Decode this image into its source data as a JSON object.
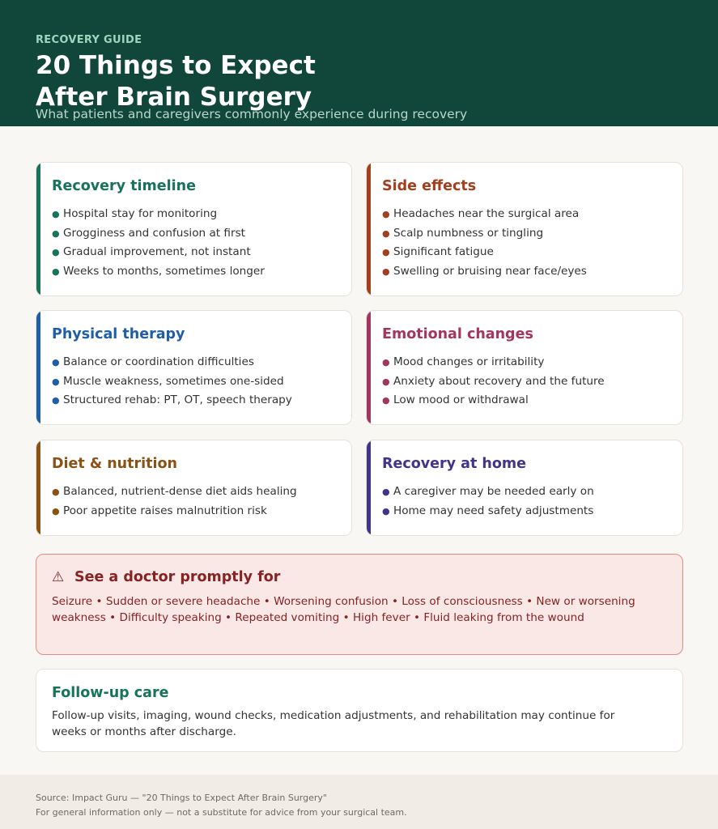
{
  "header": {
    "eyebrow": "RECOVERY GUIDE",
    "title": "20 Things to Expect\nAfter Brain Surgery",
    "subtitle": "What patients and caregivers commonly experience during recovery"
  },
  "colors": {
    "header_bg": "#11463a",
    "timeline": "#17735a",
    "side_effects": "#a33f1f",
    "physical": "#1f5fa5",
    "emotional": "#a3365e",
    "diet": "#8a5315",
    "home": "#40358a",
    "alert": "#862323"
  },
  "cards": [
    {
      "title": "Recovery timeline",
      "items": [
        "Hospital stay for monitoring",
        "Grogginess and confusion at first",
        "Gradual improvement, not instant",
        "Weeks to months, sometimes longer"
      ]
    },
    {
      "title": "Side effects",
      "items": [
        "Headaches near the surgical area",
        "Scalp numbness or tingling",
        "Significant fatigue",
        "Swelling or bruising near face/eyes"
      ]
    },
    {
      "title": "Physical therapy",
      "items": [
        "Balance or coordination difficulties",
        "Muscle weakness, sometimes one-sided",
        "Structured rehab: PT, OT, speech therapy"
      ]
    },
    {
      "title": "Emotional changes",
      "items": [
        "Mood changes or irritability",
        "Anxiety about recovery and the future",
        "Low mood or withdrawal"
      ]
    },
    {
      "title": "Diet & nutrition",
      "items": [
        "Balanced, nutrient-dense diet aids healing",
        "Poor appetite raises malnutrition risk"
      ]
    },
    {
      "title": "Recovery at home",
      "items": [
        "A caregiver may be needed early on",
        "Home may need safety adjustments"
      ]
    }
  ],
  "alert": {
    "icon": "warning-icon",
    "icon_glyph": "⚠",
    "title": "See a doctor promptly for",
    "text": "Seizure • Sudden or severe headache • Worsening confusion • Loss of consciousness • New or worsening weakness • Difficulty speaking • Repeated vomiting • High fever • Fluid leaking from the wound"
  },
  "followup": {
    "title": "Follow-up care",
    "text": "Follow-up visits, imaging, wound checks, medication adjustments, and rehabilitation may continue for weeks or months after discharge."
  },
  "footer": {
    "source": "Source: Impact Guru — \"20 Things to Expect After Brain Surgery\"",
    "disclaimer": "For general information only — not a substitute for advice from your surgical team."
  }
}
